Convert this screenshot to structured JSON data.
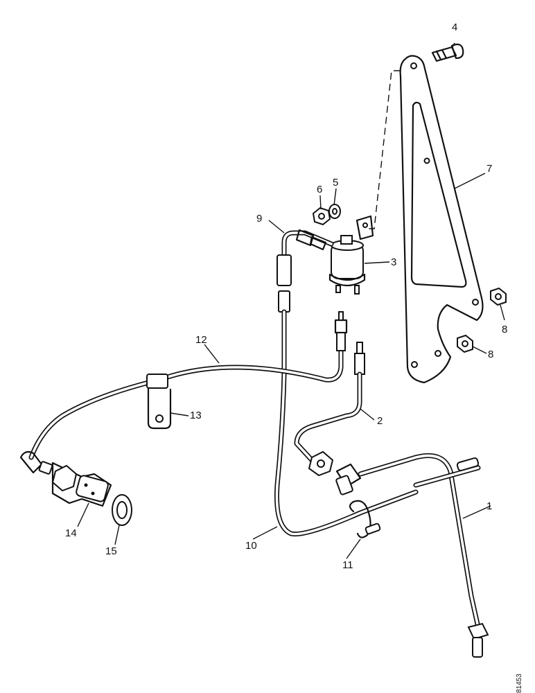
{
  "callouts": [
    "1",
    "2",
    "3",
    "4",
    "5",
    "6",
    "7",
    "8",
    "9",
    "10",
    "11",
    "12",
    "13",
    "14",
    "15"
  ],
  "callout_8_second": "8",
  "reference_code": "81453",
  "icons": [
    "pressure-switch-icon",
    "bracket-icon",
    "bolt-icon",
    "nut-icon",
    "washer-icon",
    "pipe-icon",
    "clip-icon",
    "injector-icon"
  ]
}
